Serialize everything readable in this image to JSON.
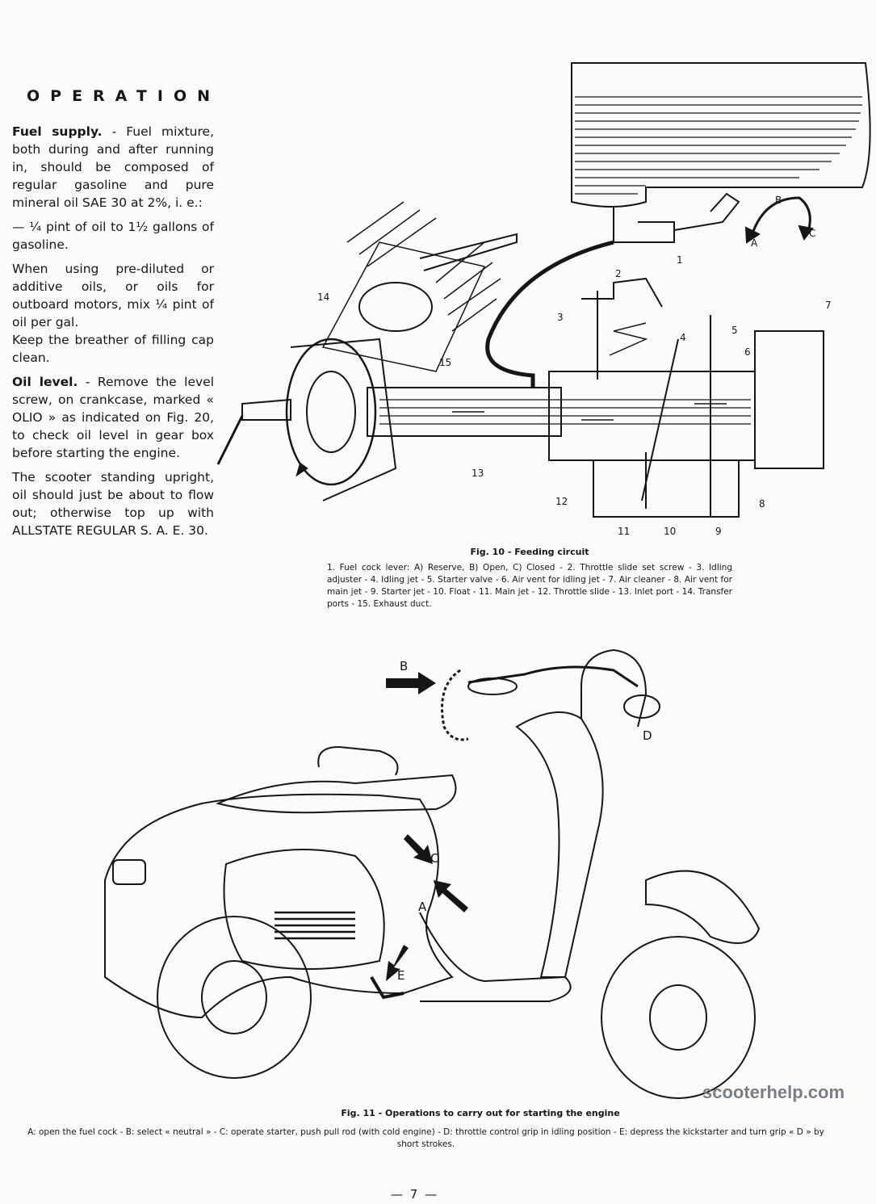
{
  "heading": "OPERATION",
  "body": {
    "fuel_supply_title": "Fuel supply.",
    "fuel_supply_text": "- Fuel mixture, both during and after running in, should be composed of regular gasoline and pure mineral oil SAE 30 at 2%, i. e.:",
    "ratio_text": "— ¼ pint of oil to 1½ gallons of gasoline.",
    "prediluted_text": "When using pre-diluted or additive oils, or oils for outboard motors, mix ¼ pint of oil per gal.",
    "breather_text": "Keep the breather of filling cap clean.",
    "oil_level_title": "Oil level.",
    "oil_level_text": "- Remove the level screw, on crankcase, marked « OLIO » as indicated on Fig. 20, to check oil level in gear box before starting the engine.",
    "upright_text": "The scooter standing upright, oil should just be about to flow out; otherwise top up with ALLSTATE REGULAR S. A. E. 30."
  },
  "fig10": {
    "caption_title": "Fig. 10 - Feeding circuit",
    "legend": "1. Fuel cock lever: A) Reserve, B) Open, C) Closed - 2. Throttle slide set screw - 3. Idling adjuster - 4. Idling jet - 5. Starter valve - 6. Air vent for idling jet - 7. Air cleaner - 8. Air vent for main jet - 9. Starter jet - 10. Float - 11. Main jet - 12. Throttle slide - 13. Inlet port - 14. Transfer ports - 15. Exhaust duct.",
    "labels": {
      "n1": "1",
      "n2": "2",
      "n3": "3",
      "n4": "4",
      "n5": "5",
      "n6": "6",
      "n7": "7",
      "n8": "8",
      "n9": "9",
      "n10": "10",
      "n11": "11",
      "n12": "12",
      "n13": "13",
      "n14": "14",
      "n15": "15",
      "A": "A",
      "B": "B",
      "C": "C"
    }
  },
  "fig11": {
    "caption_title": "Fig. 11 - Operations to carry out for starting the engine",
    "legend": "A: open the fuel cock - B: select « neutral » - C: operate starter, push pull rod (with cold engine) - D: throttle control grip in idling position - E: depress the kickstarter and turn grip « D » by short strokes.",
    "labels": {
      "A": "A",
      "B": "B",
      "C": "C",
      "D": "D",
      "E": "E"
    }
  },
  "page_number": "— 7 —",
  "watermark": "scooterhelp.com",
  "colors": {
    "ink": "#161616",
    "paper": "#fbfbf9",
    "watermark": "#7a7f86"
  }
}
